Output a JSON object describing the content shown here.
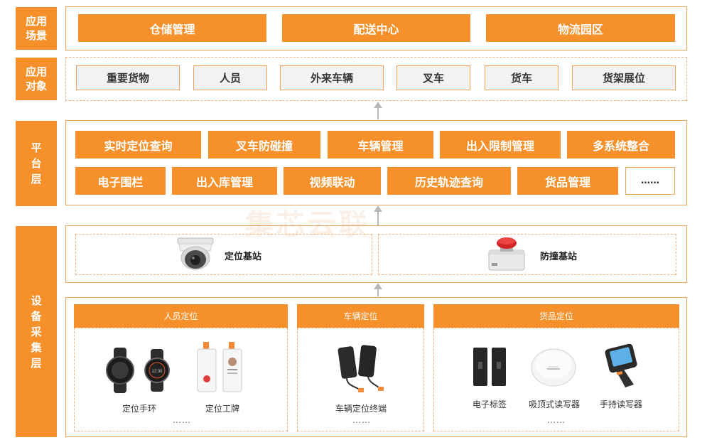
{
  "layers": {
    "scene": {
      "label": "应用场景",
      "items": [
        "仓储管理",
        "配送中心",
        "物流园区"
      ]
    },
    "objects": {
      "label": "应用对象",
      "items": [
        "重要货物",
        "人员",
        "外来车辆",
        "叉车",
        "货车",
        "货架展位"
      ]
    },
    "platform": {
      "label": "平台层",
      "row1": [
        "实时定位查询",
        "叉车防碰撞",
        "车辆管理",
        "出入限制管理",
        "多系统整合"
      ],
      "row2": [
        "电子围栏",
        "出入库管理",
        "视频联动",
        "历史轨迹查询",
        "货品管理",
        "……"
      ]
    },
    "device": {
      "label": "设备采集层",
      "stations": [
        "定位基站",
        "防撞基站"
      ],
      "groups": [
        {
          "title": "人员定位",
          "items": [
            "定位手环",
            "定位工牌"
          ],
          "more": "……"
        },
        {
          "title": "车辆定位",
          "items": [
            "车辆定位终端"
          ],
          "more": "……"
        },
        {
          "title": "货品定位",
          "items": [
            "电子标签",
            "吸顶式读写器",
            "手持读写器"
          ],
          "more": "……"
        }
      ]
    }
  },
  "watermark": "集芯云联",
  "colors": {
    "accent": "#f5902a",
    "border": "#f5a35a",
    "grey_fill": "#f2f2f2",
    "arrow": "#b8b8b8"
  }
}
